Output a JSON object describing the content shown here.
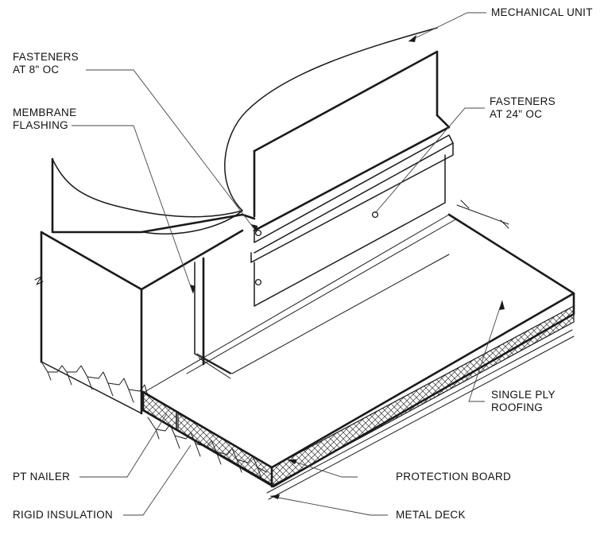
{
  "labels": {
    "mechanical_unit": "MECHANICAL UNIT",
    "fasteners_8": "FASTENERS\nAT 8\" OC",
    "membrane_flashing": "MEMBRANE\nFLASHING",
    "fasteners_24": "FASTENERS\nAT 24\" OC",
    "single_ply": "SINGLE PLY\nROOFING",
    "pt_nailer": "PT NAILER",
    "protection_board": "PROTECTION BOARD",
    "rigid_insulation": "RIGID INSULATION",
    "metal_deck": "METAL DECK"
  },
  "colors": {
    "ink": "#1a1a1a"
  }
}
